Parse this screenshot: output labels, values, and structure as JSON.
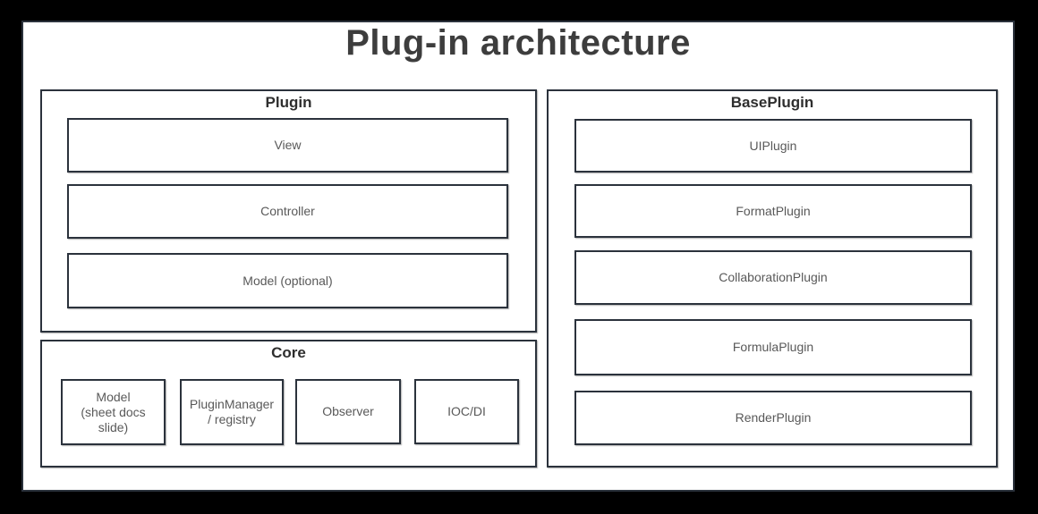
{
  "title": "Plug-in architecture",
  "colors": {
    "canvas_background": "#000000",
    "panel_background": "#ffffff",
    "border": "#2b323c",
    "title_text": "#3d3d3d",
    "heading_text": "#2e2e2e",
    "label_text": "#595959"
  },
  "sections": {
    "plugin": {
      "title": "Plugin",
      "boxes": [
        {
          "label": "View"
        },
        {
          "label": "Controller"
        },
        {
          "label": "Model (optional)"
        }
      ]
    },
    "core": {
      "title": "Core",
      "boxes": [
        {
          "label": "Model\n(sheet docs\nslide)"
        },
        {
          "label": "PluginManager\n/ registry"
        },
        {
          "label": "Observer"
        },
        {
          "label": "IOC/DI"
        }
      ]
    },
    "baseplugin": {
      "title": "BasePlugin",
      "boxes": [
        {
          "label": "UIPlugin"
        },
        {
          "label": "FormatPlugin"
        },
        {
          "label": "CollaborationPlugin"
        },
        {
          "label": "FormulaPlugin"
        },
        {
          "label": "RenderPlugin"
        }
      ]
    }
  }
}
